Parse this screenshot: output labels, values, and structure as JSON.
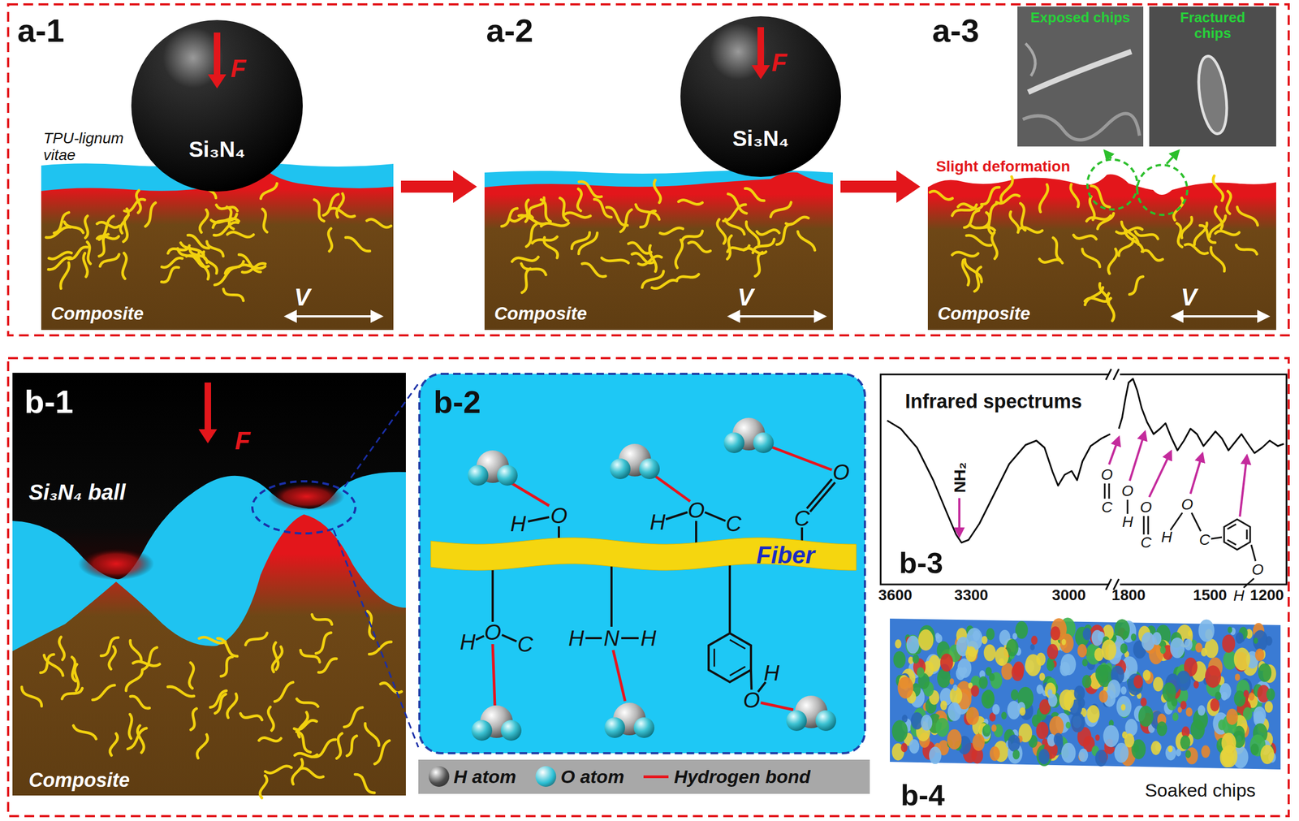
{
  "diagram": {
    "nodes": [
      {
        "text": [
          "F",
          "Si₃N₄"
        ]
      },
      {
        "text": [
          "Composite"
        ]
      },
      {
        "text": [
          "F",
          "Si₃N₄"
        ]
      },
      {
        "text": [
          "Composite"
        ]
      },
      {
        "text": [
          "Composite"
        ]
      },
      {
        "text": [
          "F",
          "Si₃N₄ ball"
        ]
      },
      {
        "text": [
          "Composite"
        ]
      },
      {
        "text": [
          "b-2"
        ]
      },
      {
        "text": [
          "Fiber"
        ],
        "in": 7
      },
      {
        "text": [
          "Infrared spectrums",
          "b-3"
        ]
      },
      {
        "text": [
          "Soaked chips"
        ]
      }
    ],
    "edges": [
      {
        "from": 1,
        "to": 3,
        "arrow": "to"
      },
      {
        "from": 3,
        "to": 4,
        "arrow": "to"
      }
    ],
    "labels": [
      "a-1",
      "TPU-lignum vitae",
      "V",
      "a-2",
      "V",
      "a-3",
      "Exposed chips",
      "Fractured chips",
      "Slight deformation",
      "V",
      "b-1",
      "H",
      "O",
      "H",
      "O",
      "C",
      "O",
      "C",
      "H",
      "O",
      "C",
      "H",
      "N",
      "H",
      "O",
      "H",
      "3600",
      "3300",
      "3000",
      "1800",
      "1500",
      "1200",
      "NH₂",
      "O",
      "C",
      "O",
      "H",
      "O",
      "C",
      "H",
      "O",
      "C",
      "O",
      "H",
      "b-4"
    ],
    "legend": [
      {
        "text": "H atom",
        "color": "#4d4d4d"
      },
      {
        "text": "O atom",
        "color": "#2bbfd4"
      },
      {
        "text": "Hydrogen bond",
        "color": "#e8141c"
      }
    ]
  }
}
